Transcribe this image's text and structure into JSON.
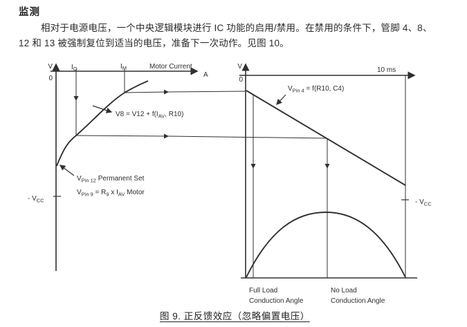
{
  "doc": {
    "heading": "监测",
    "para_line1": "相对于电源电压，一个中央逻辑模块进行 IC 功能的启用/禁用。在禁用的条件下，管脚 4、8、",
    "para_line2": "12 和 13 被强制复位到适当的电压，准备下一次动作。见图 10。",
    "caption": "图 9. 正反馈效应（忽略偏置电压）"
  },
  "figure": {
    "ink_color": "#303030",
    "left_graph": {
      "y_axis_label": "V",
      "origin_label": "0",
      "x_axis_title": "Motor Current",
      "x_axis_unit": "A",
      "i_quiescent": {
        "base": "I",
        "sub": "O"
      },
      "i_max": {
        "base": "I",
        "sub": "M"
      },
      "curve_label": {
        "p1": "V8 = V12 + f(I",
        "sub1": "AV",
        "p2": ", R10)"
      },
      "pin12_label": {
        "p1": "V",
        "sub1": "Pin 12",
        "p2": " Permanent Set"
      },
      "pin9_label": {
        "p1": "V",
        "sub1": "Pin 9",
        "p2": " = R",
        "sub2": "9",
        "p3": " x I",
        "sub3": "AV",
        "p4": " Motor"
      },
      "neg_vcc_label": {
        "p1": "- V",
        "sub1": "CC"
      }
    },
    "right_graph": {
      "y_axis_label": "V",
      "origin_label": "0",
      "time_marker": "10 ms",
      "ramp_label": {
        "p1": "V",
        "sub1": "Pin 4",
        "p2": " = f(R10, C4)"
      },
      "neg_vcc_label": {
        "p1": "- V",
        "sub1": "CC"
      },
      "full_load_label": {
        "line1": "Full Load",
        "line2": "Conduction Angle"
      },
      "no_load_label": {
        "line1": "No Load",
        "line2": "Conduction Angle"
      }
    }
  }
}
